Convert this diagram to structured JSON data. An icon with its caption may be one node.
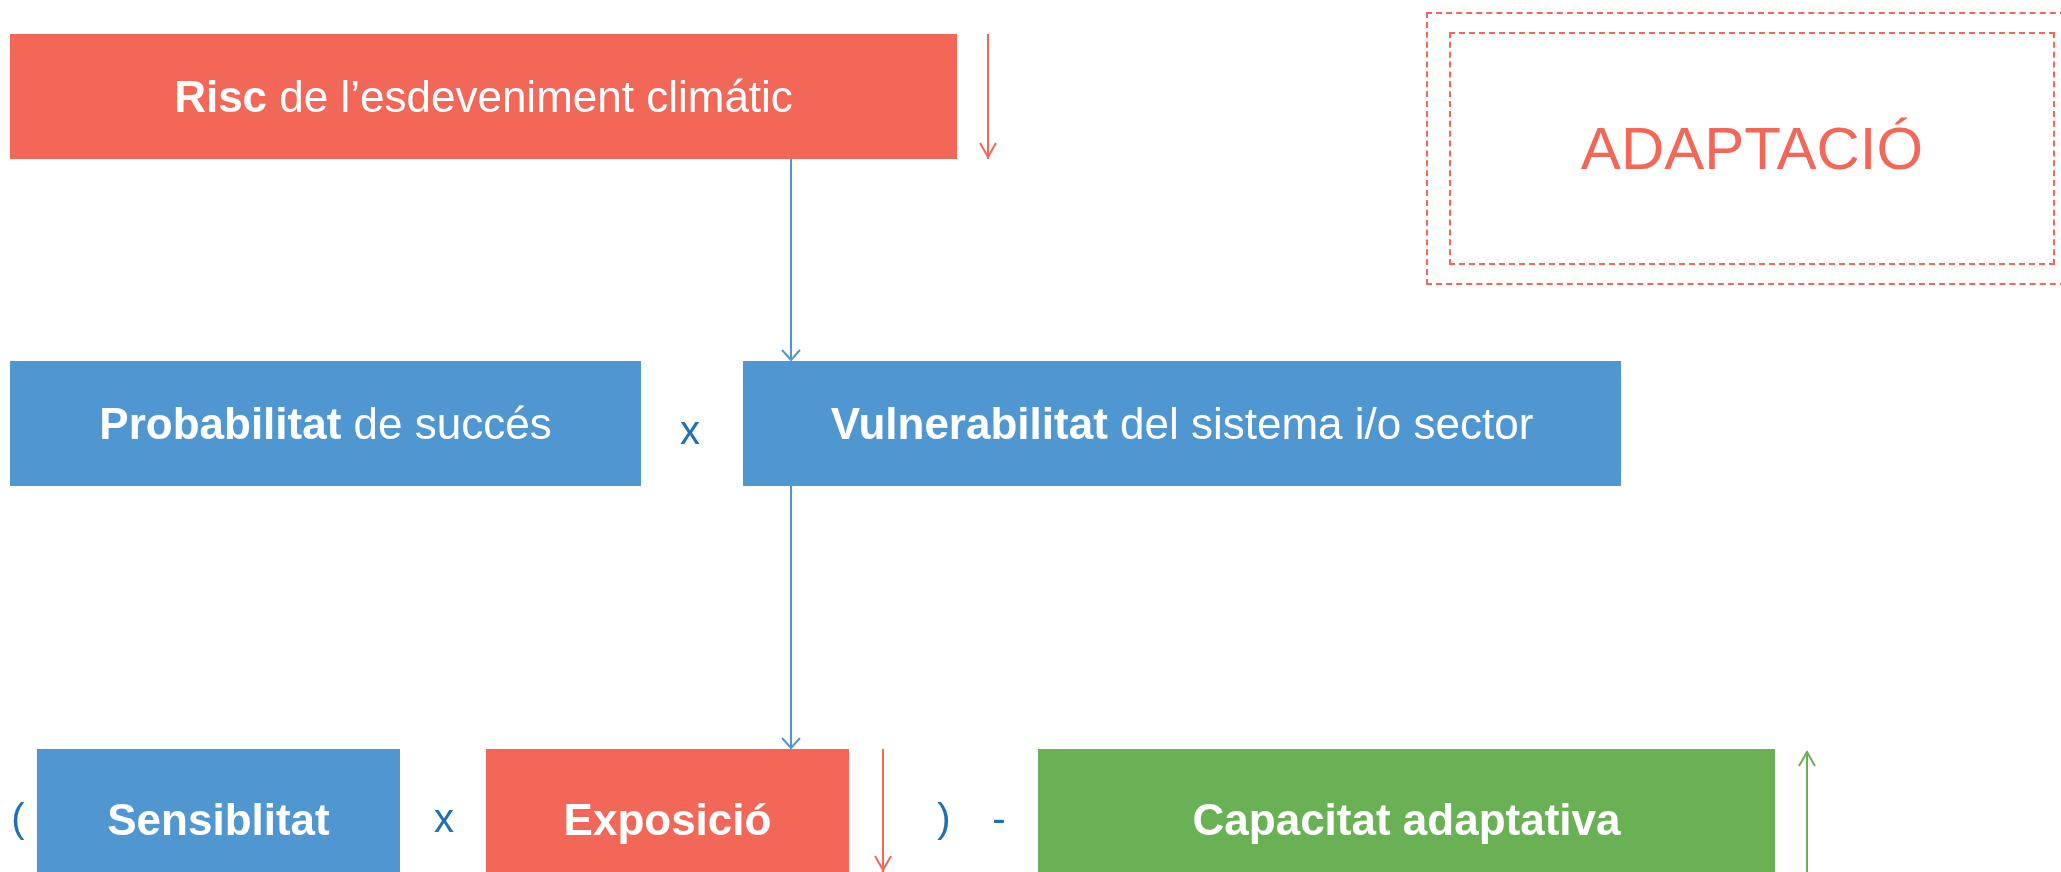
{
  "diagram": {
    "nodes": [
      {
        "text": [
          "**Risc** de l’esdeveniment climátic"
        ]
      },
      {
        "text": [],
        "shape": "box"
      },
      {
        "text": [
          "ADAPTACIÓ"
        ],
        "in": 1
      },
      {
        "text": [
          "**Probabilitat** de succés"
        ]
      },
      {
        "text": [
          "**Vulnerabilitat** del sistema i/o sector"
        ]
      },
      {
        "text": [
          "Sensiblitat"
        ]
      },
      {
        "text": [
          "Exposició"
        ]
      },
      {
        "text": [
          "Capacitat adaptativa"
        ]
      }
    ],
    "edges": [
      {
        "from": 0,
        "to": 4,
        "arrow": "to"
      },
      {
        "from": 4,
        "to": 6,
        "arrow": "to"
      }
    ],
    "labels": [
      "x",
      "(",
      "x",
      ")",
      "-"
    ]
  }
}
